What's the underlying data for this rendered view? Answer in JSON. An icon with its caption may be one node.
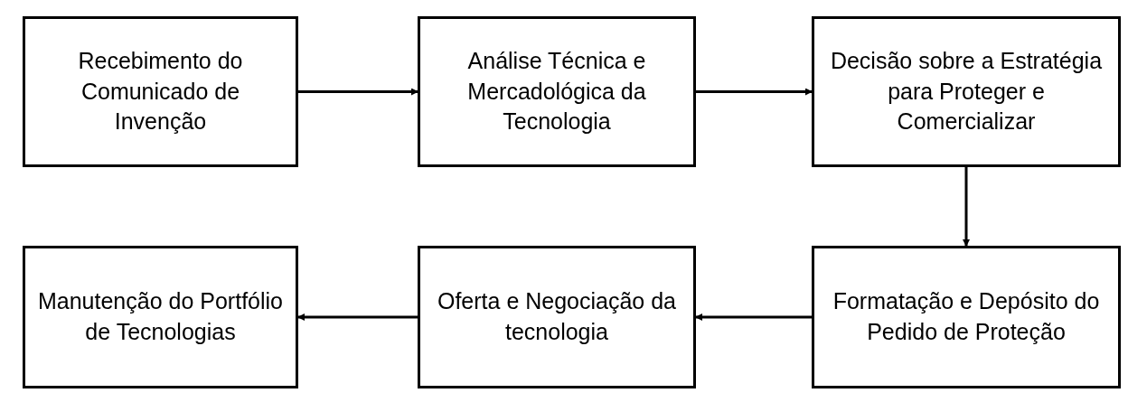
{
  "diagram": {
    "nodes": [
      {
        "text": [
          "Recebimento do Comunicado de Invenção"
        ]
      },
      {
        "text": [
          "Análise Técnica e Mercadológica da Tecnologia"
        ]
      },
      {
        "text": [
          "Decisão sobre a Estratégia para Proteger e Comercializar"
        ]
      },
      {
        "text": [
          "Manutenção do Portfólio de Tecnologias"
        ]
      },
      {
        "text": [
          "Oferta e Negociação da tecnologia"
        ]
      },
      {
        "text": [
          "Formatação e Depósito do Pedido de Proteção"
        ]
      }
    ],
    "edges": [
      {
        "from": 0,
        "to": 1,
        "arrow": "to"
      },
      {
        "from": 1,
        "to": 2,
        "arrow": "to"
      },
      {
        "from": 2,
        "to": 5,
        "arrow": "to"
      },
      {
        "from": 5,
        "to": 4,
        "arrow": "to"
      },
      {
        "from": 4,
        "to": 3,
        "arrow": "to"
      }
    ]
  }
}
